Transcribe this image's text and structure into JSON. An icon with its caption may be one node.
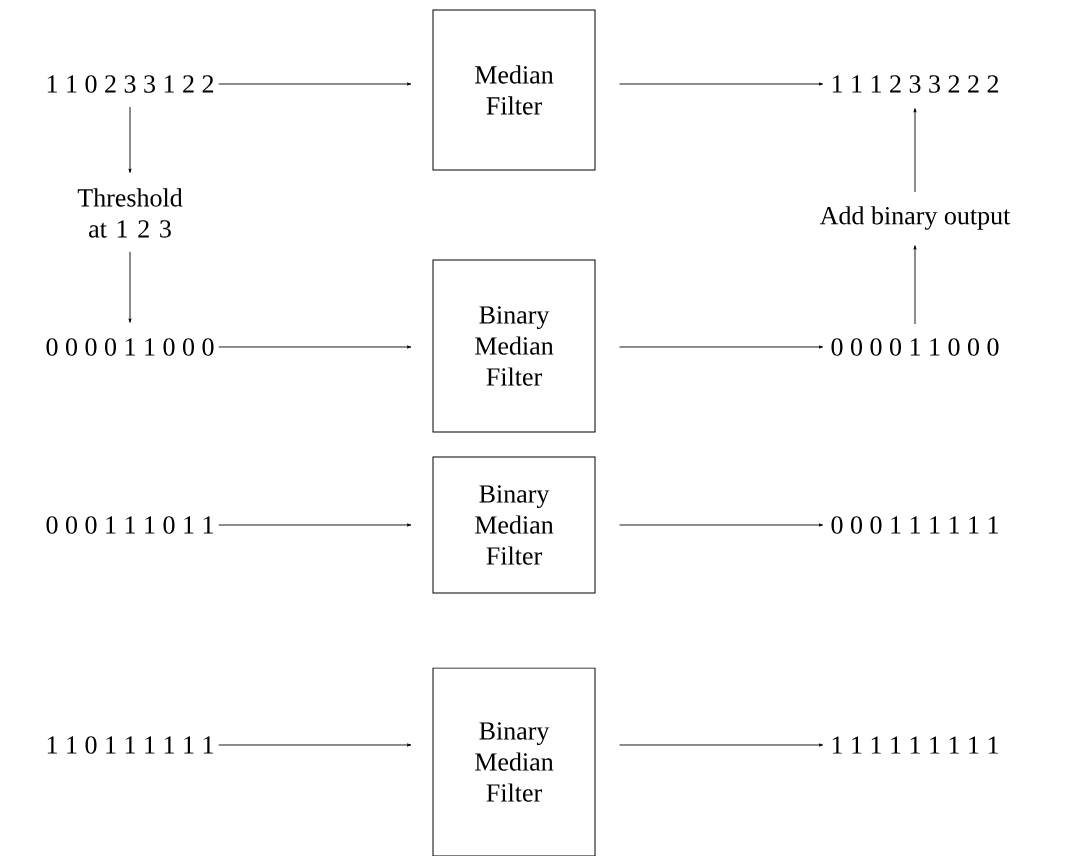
{
  "diagram": {
    "nodes": [
      {
        "text": [
          "1 1 0 2 3 3 1 2 2"
        ]
      },
      {
        "text": [
          "Median Filter"
        ]
      },
      {
        "text": [
          "1 1 1 2 3 3 2 2 2"
        ]
      },
      {
        "text": [
          "Threshold at 1 2 3"
        ]
      },
      {
        "text": [
          "Add binary output"
        ]
      },
      {
        "text": [
          "0 0 0 0 1 1 0 0 0"
        ]
      },
      {
        "text": [
          "Binary Median Filter"
        ]
      },
      {
        "text": [
          "0 0 0 0 1 1 0 0 0"
        ]
      },
      {
        "text": [
          "0 0 0 1 1 1 0 1 1"
        ]
      },
      {
        "text": [
          "Binary Median Filter"
        ]
      },
      {
        "text": [
          "0 0 0 1 1 1 1 1 1"
        ]
      },
      {
        "text": [
          "1 1 0 1 1 1 1 1 1"
        ]
      },
      {
        "text": [
          "Binary Median Filter"
        ]
      },
      {
        "text": [
          "1 1 1 1 1 1 1 1 1"
        ]
      }
    ],
    "edges": [
      {
        "from": 0,
        "to": 1,
        "arrow": "to"
      },
      {
        "from": 1,
        "to": 2,
        "arrow": "to"
      },
      {
        "from": 0,
        "to": 3,
        "arrow": "to"
      },
      {
        "from": 3,
        "to": 5,
        "arrow": "to"
      },
      {
        "from": 5,
        "to": 6,
        "arrow": "to"
      },
      {
        "from": 6,
        "to": 7,
        "arrow": "to"
      },
      {
        "from": 7,
        "to": 4,
        "arrow": "to"
      },
      {
        "from": 4,
        "to": 2,
        "arrow": "to"
      },
      {
        "from": 8,
        "to": 9,
        "arrow": "to"
      },
      {
        "from": 9,
        "to": 10,
        "arrow": "to"
      },
      {
        "from": 11,
        "to": 12,
        "arrow": "to"
      },
      {
        "from": 12,
        "to": 13,
        "arrow": "to"
      }
    ]
  }
}
